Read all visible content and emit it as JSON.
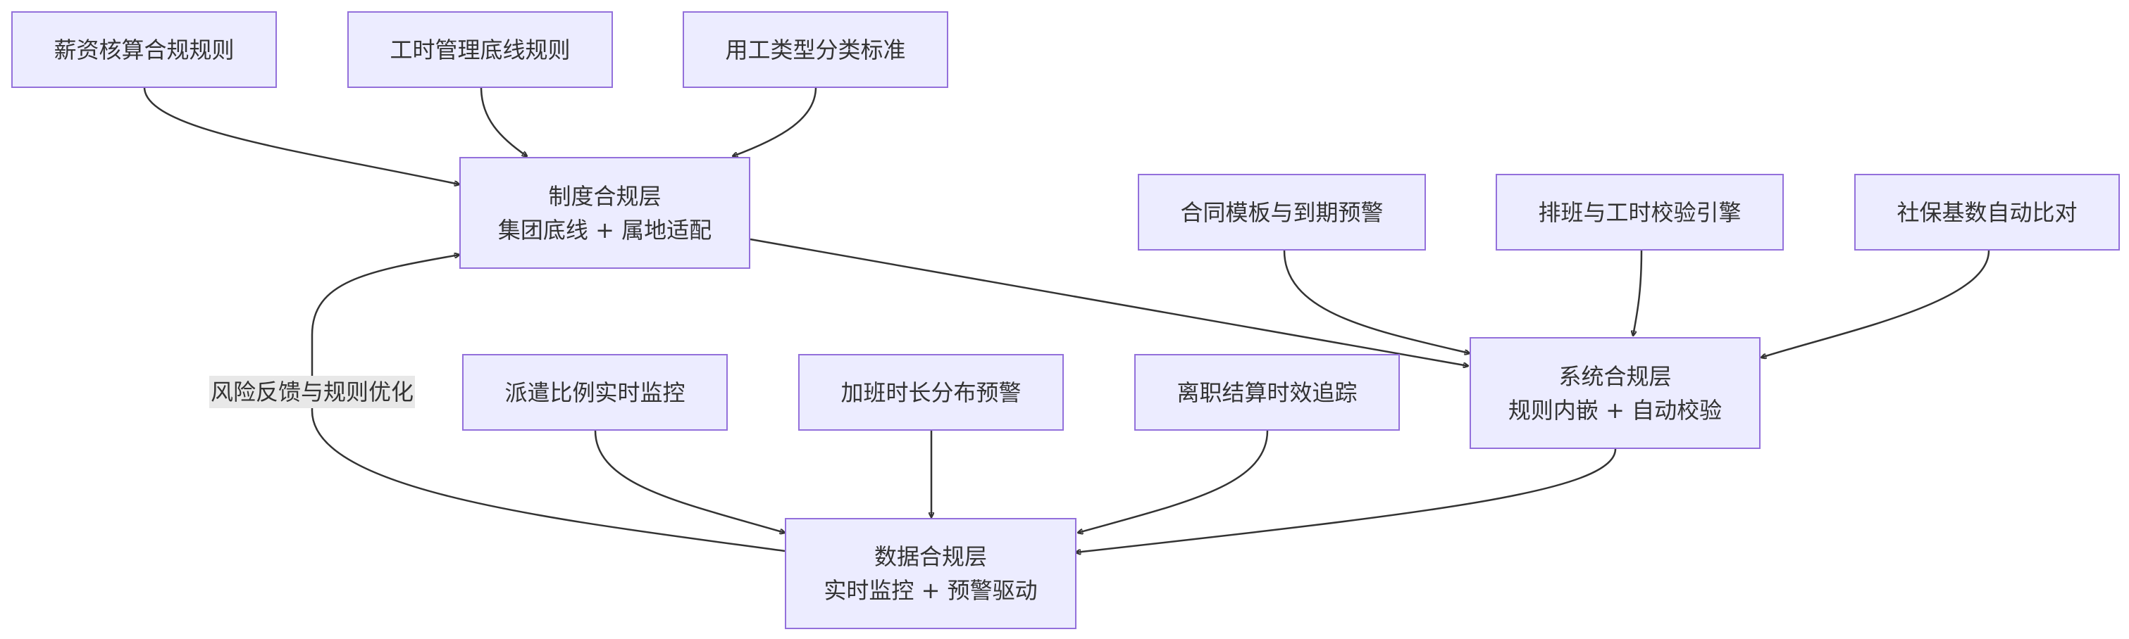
{
  "nodes": {
    "salary": {
      "label": "薪资核算合规规则"
    },
    "hours_rule": {
      "label": "工时管理底线规则"
    },
    "labor_type": {
      "label": "用工类型分类标准"
    },
    "policy": {
      "line1": "制度合规层",
      "line2": "集团底线 + 属地适配"
    },
    "contract": {
      "label": "合同模板与到期预警"
    },
    "schedule": {
      "label": "排班与工时校验引擎"
    },
    "social": {
      "label": "社保基数自动比对"
    },
    "system": {
      "line1": "系统合规层",
      "line2": "规则内嵌 + 自动校验"
    },
    "dispatch": {
      "label": "派遣比例实时监控"
    },
    "overtime": {
      "label": "加班时长分布预警"
    },
    "exit": {
      "label": "离职结算时效追踪"
    },
    "data": {
      "line1": "数据合规层",
      "line2": "实时监控 + 预警驱动"
    }
  },
  "edge_labels": {
    "feedback": "风险反馈与规则优化"
  },
  "colors": {
    "node_fill": "#ececff",
    "node_border": "#9370db",
    "edge": "#333333",
    "label_bg": "#e8e8e8"
  }
}
